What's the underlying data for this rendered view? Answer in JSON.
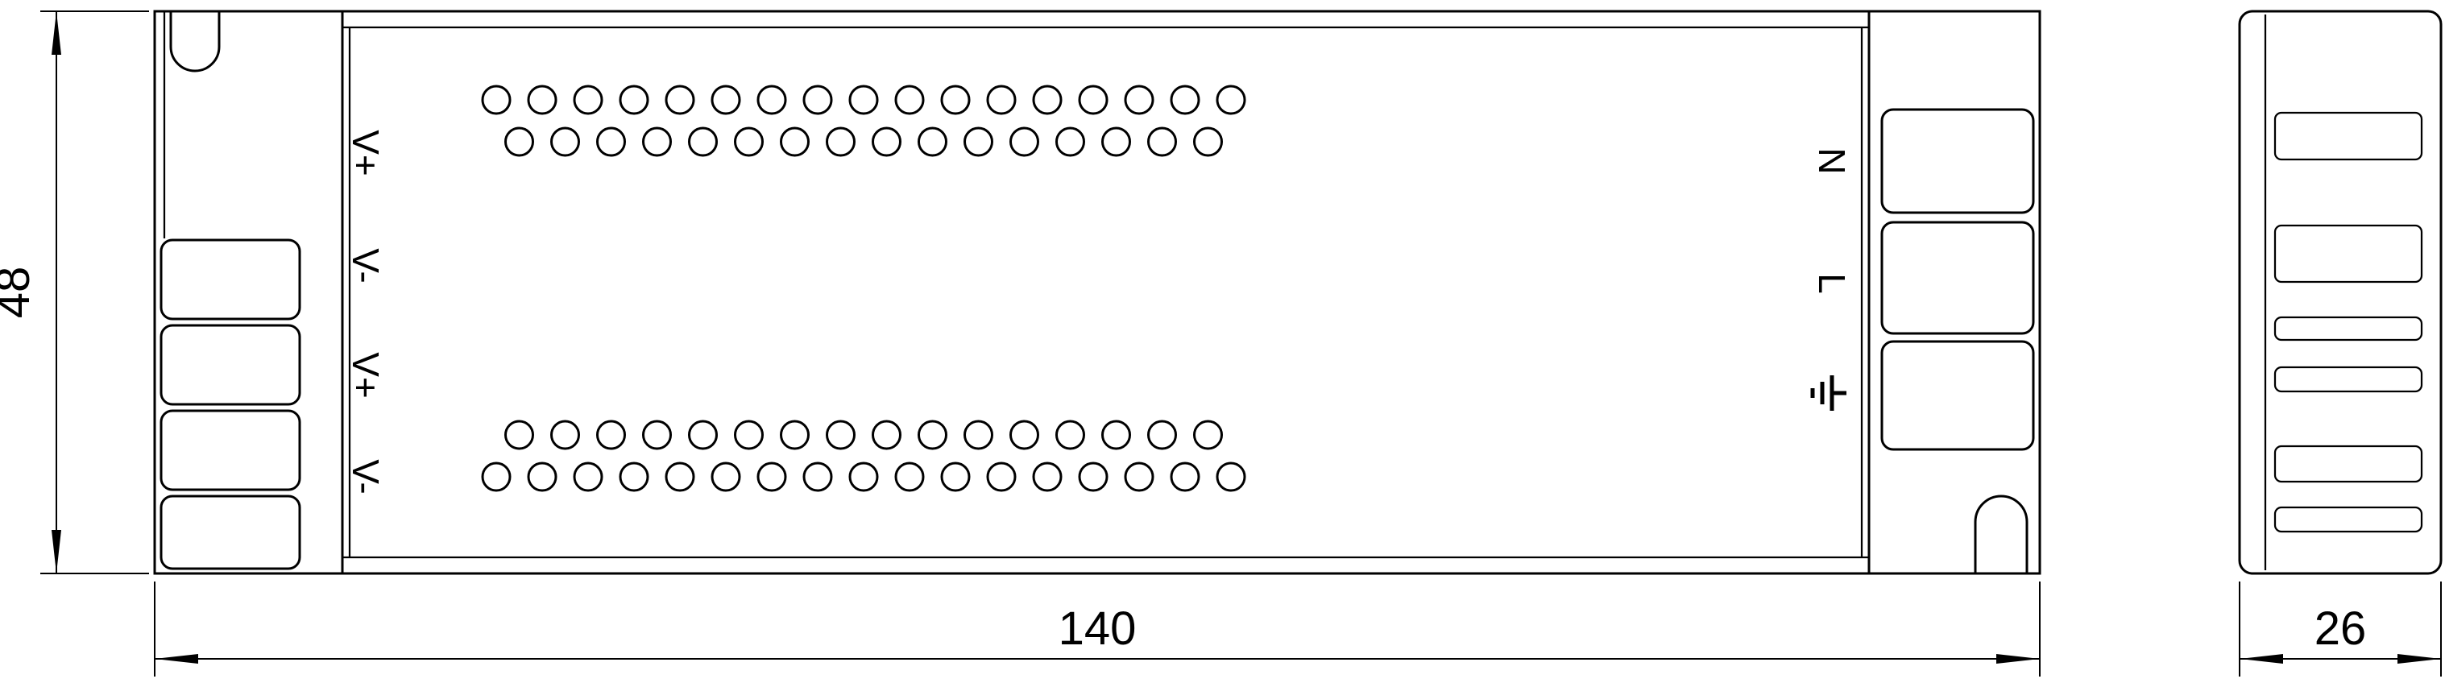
{
  "drawing": {
    "dimensions": {
      "height": "48",
      "length": "140",
      "depth": "26"
    },
    "terminals_left": [
      "V+",
      "V-",
      "V+",
      "V-"
    ],
    "terminals_right": [
      "N",
      "L"
    ],
    "earth_terminal_icon": "earth-ground-icon",
    "vent_holes": {
      "top_row_1": 17,
      "top_row_2": 16,
      "bottom_row_1": 16,
      "bottom_row_2": 17
    },
    "colors": {
      "line": "#000000",
      "background": "#ffffff"
    }
  }
}
